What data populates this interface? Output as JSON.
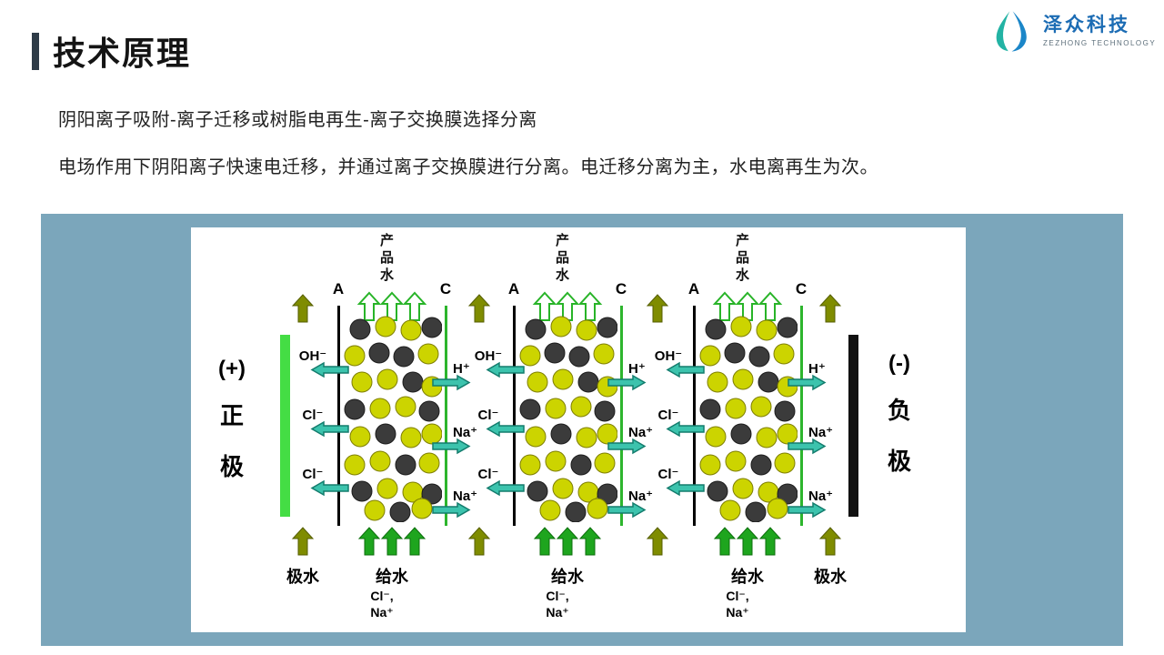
{
  "slide": {
    "title": "技术原理",
    "logo": {
      "name": "泽众科技",
      "subtitle": "ZEZHONG TECHNOLOGY"
    },
    "body_line1": "阴阳离子吸附-离子迁移或树脂电再生-离子交换膜选择分离",
    "body_line2": "电场作用下阴阳离子快速电迁移，并通过离子交换膜进行分离。电迁移分离为主，水电离再生为次。"
  },
  "diagram": {
    "anode": {
      "sign": "(+)",
      "char1": "正",
      "char2": "极"
    },
    "cathode": {
      "sign": "(-)",
      "char1": "负",
      "char2": "极"
    },
    "electrode_water_left": "极水",
    "electrode_water_right": "极水",
    "cells": [
      {
        "product_water": "产品水",
        "membrane_a": "A",
        "membrane_c": "C",
        "left_ions": [
          "OH⁻",
          "Cl⁻",
          "Cl⁻"
        ],
        "right_ions": [
          "H⁺",
          "Na⁺",
          "Na⁺"
        ],
        "feed_water": "给水",
        "feed_ion1": "Cl⁻,",
        "feed_ion2": "Na⁺"
      },
      {
        "product_water": "产品水",
        "membrane_a": "A",
        "membrane_c": "C",
        "left_ions": [
          "OH⁻",
          "Cl⁻",
          "Cl⁻"
        ],
        "right_ions": [
          "H⁺",
          "Na⁺",
          "Na⁺"
        ],
        "feed_water": "给水",
        "feed_ion1": "Cl⁻,",
        "feed_ion2": "Na⁺"
      },
      {
        "product_water": "产品水",
        "membrane_a": "A",
        "membrane_c": "C",
        "left_ions": [
          "OH⁻",
          "Cl⁻",
          "Cl⁻"
        ],
        "right_ions": [
          "H⁺",
          "Na⁺",
          "Na⁺"
        ],
        "feed_water": "给水",
        "feed_ion1": "Cl⁻,",
        "feed_ion2": "Na⁺"
      }
    ],
    "colors": {
      "panel_background": "#7ba6bb",
      "title_accent": "#2e3b47",
      "logo_blue": "#1c6cb4",
      "logo_teal": "#23b3a4",
      "anode_bar": "#44dd44",
      "cathode_bar": "#111111",
      "membrane_a": "#000000",
      "membrane_c": "#2db52d",
      "ion_arrow": "#3cc3ad",
      "feed_arrow": "#1ea51e",
      "product_arrow_outline": "#28b428",
      "electrode_channel_arrow": "#7f8c00",
      "bead_yellow": "#ccd400",
      "bead_dark": "#3b3b3b"
    }
  }
}
